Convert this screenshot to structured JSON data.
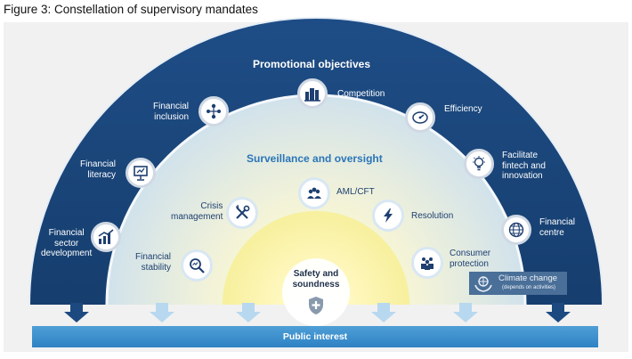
{
  "caption": "Figure 3: Constellation of supervisory mandates",
  "outer_ring": {
    "title": "Promotional objectives",
    "items": [
      {
        "label": "Financial\nsector\ndevelopment",
        "icon": "growth-chart-icon"
      },
      {
        "label": "Financial\nliteracy",
        "icon": "presentation-board-icon"
      },
      {
        "label": "Financial\ninclusion",
        "icon": "people-network-icon"
      },
      {
        "label": "Competition",
        "icon": "buildings-icon"
      },
      {
        "label": "Efficiency",
        "icon": "gauge-icon"
      },
      {
        "label": "Facilitate\nfintech and\ninnovation",
        "icon": "lightbulb-icon"
      },
      {
        "label": "Financial\ncentre",
        "icon": "globe-icon"
      }
    ]
  },
  "inner_ring": {
    "title": "Surveillance and oversight",
    "items": [
      {
        "label": "Financial\nstability",
        "icon": "magnifier-icon"
      },
      {
        "label": "Crisis\nmanagement",
        "icon": "tools-icon"
      },
      {
        "label": "AML/CFT",
        "icon": "group-icon"
      },
      {
        "label": "Resolution",
        "icon": "lightning-icon"
      },
      {
        "label": "Consumer\nprotection",
        "icon": "consumers-icon"
      }
    ]
  },
  "core": {
    "label": "Safety and\nsoundness",
    "icon": "shield-icon"
  },
  "climate": {
    "label": "Climate change",
    "note": "(depends on activities)",
    "icon": "hands-globe-icon"
  },
  "bottom_bar": {
    "label": "Public interest"
  },
  "colors": {
    "outer_ring": "#1c4a80",
    "inner_ring": "#cfe3f3",
    "core": "#fff4a8",
    "dark_arrow": "#1c4a80",
    "light_arrow": "#b8d8f0",
    "bar": "#3a8fcf"
  }
}
